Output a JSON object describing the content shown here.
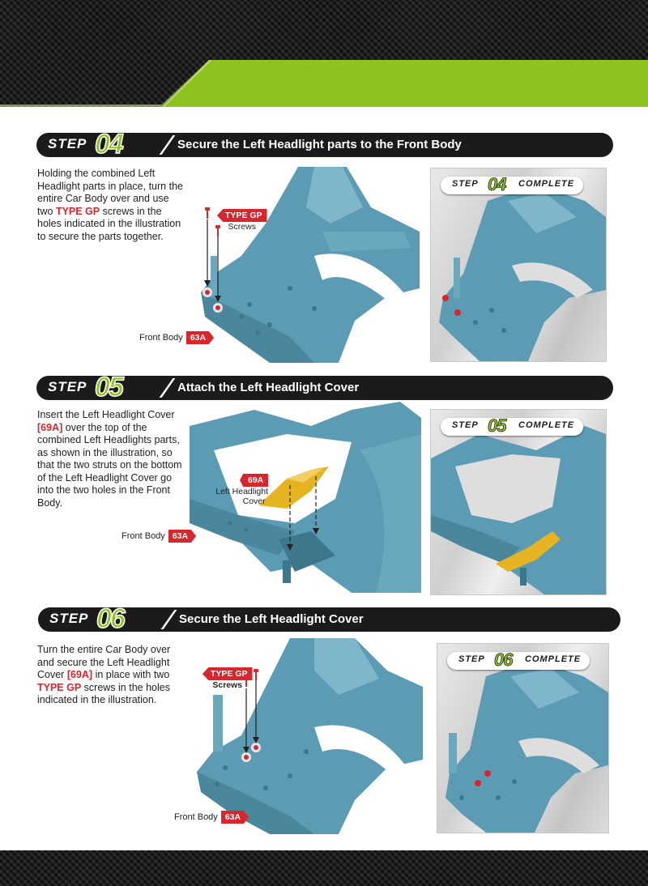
{
  "colors": {
    "accent_green": "#8dc21f",
    "dark": "#1b1b1b",
    "red": "#d8262c",
    "body_blue": "#5b9bb3",
    "headlight_yellow": "#e6b422"
  },
  "steps": [
    {
      "step_word": "STEP",
      "number": "04",
      "title": "Secure the Left Headlight parts to the Front Body",
      "text_parts": [
        {
          "t": "Holding the combined Left Headlight parts in place, turn the entire Car Body over and use two ",
          "red": false
        },
        {
          "t": "TYPE GP",
          "red": true
        },
        {
          "t": " screws in the holes indicated in the illustration to secure the parts together.",
          "red": false
        }
      ],
      "screw_label": {
        "code": "TYPE GP",
        "name": "Screws"
      },
      "body_label": {
        "name": "Front Body",
        "code": "63A"
      },
      "complete": {
        "step_word": "STEP",
        "number": "04",
        "complete_word": "COMPLETE"
      }
    },
    {
      "step_word": "STEP",
      "number": "05",
      "title": "Attach the Left Headlight Cover",
      "text_parts": [
        {
          "t": "Insert the Left Headlight Cover ",
          "red": false
        },
        {
          "t": "[69A]",
          "red": true
        },
        {
          "t": " over the top of the combined Left Headlights parts, as shown in the illustration, so that the two struts on the bottom of the Left Headlight Cover go into the two holes in the Front Body.",
          "red": false
        }
      ],
      "cover_label": {
        "code": "69A",
        "name_line1": "Left Headlight",
        "name_line2": "Cover"
      },
      "body_label": {
        "name": "Front Body",
        "code": "63A"
      },
      "complete": {
        "step_word": "STEP",
        "number": "05",
        "complete_word": "COMPLETE"
      }
    },
    {
      "step_word": "STEP",
      "number": "06",
      "title": "Secure the Left Headlight Cover",
      "text_parts": [
        {
          "t": "Turn the entire Car Body over and secure the Left Headlight Cover ",
          "red": false
        },
        {
          "t": "[69A]",
          "red": true
        },
        {
          "t": " in place with two ",
          "red": false
        },
        {
          "t": "TYPE GP",
          "red": true
        },
        {
          "t": " screws in the holes indicated in the illustration.",
          "red": false
        }
      ],
      "screw_label": {
        "code": "TYPE GP",
        "name": "Screws"
      },
      "body_label": {
        "name": "Front Body",
        "code": "63A"
      },
      "complete": {
        "step_word": "STEP",
        "number": "06",
        "complete_word": "COMPLETE"
      }
    }
  ]
}
